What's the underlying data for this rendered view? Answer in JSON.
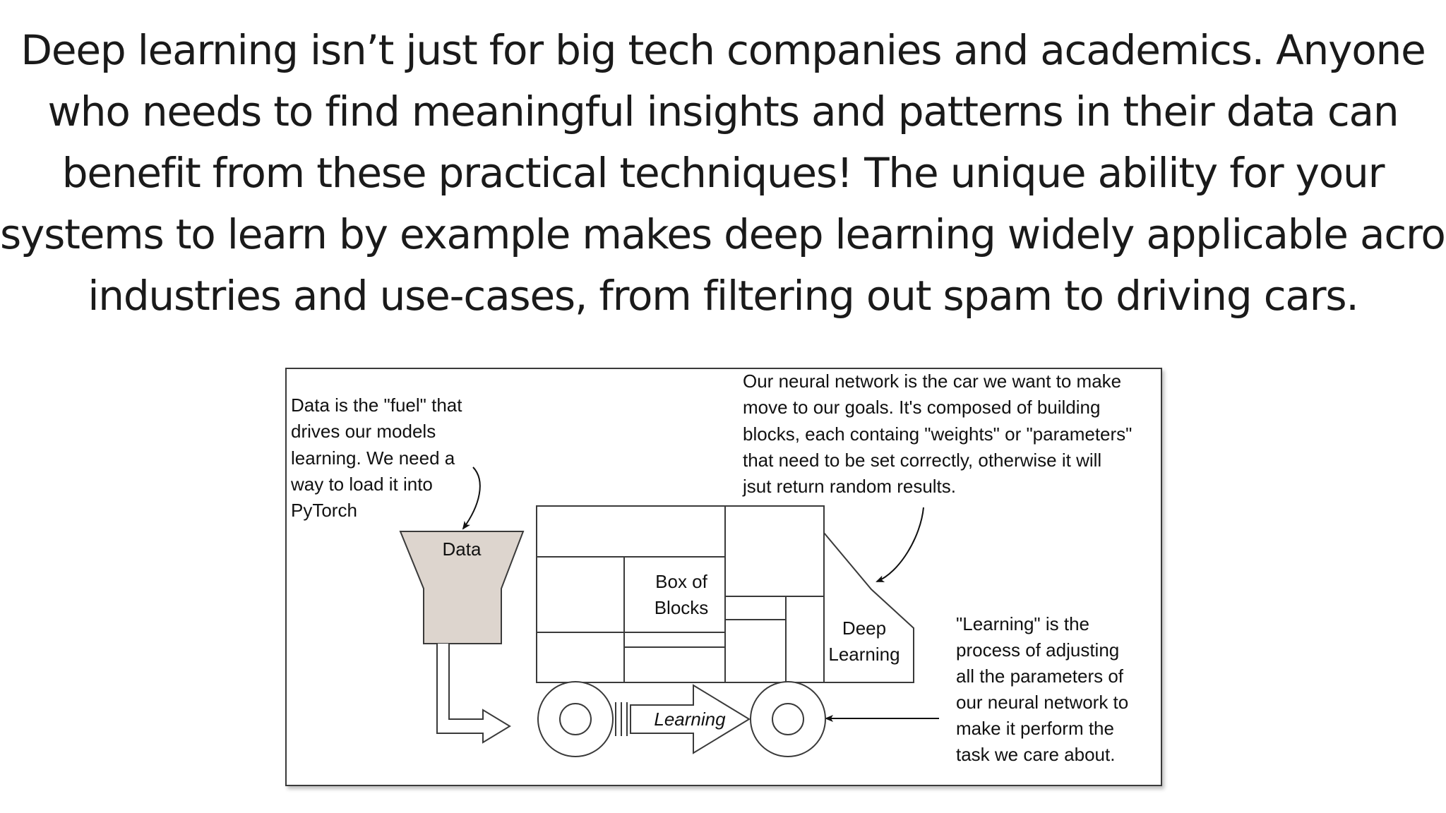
{
  "headline": {
    "lines": [
      "Deep learning isn’t just for big tech companies and academics. Anyone",
      "who needs to find meaningful insights and patterns in their data can",
      "benefit from these practical techniques! The unique ability for your",
      "systems to learn by example makes deep learning widely applicable across",
      "industries and use-cases, from filtering out spam to driving cars."
    ]
  },
  "diagram": {
    "data_note": [
      "Data is the \"fuel\" that",
      "drives our models",
      "learning. We need a",
      "way to load it into",
      "PyTorch"
    ],
    "network_note": [
      "Our neural network is the car   we want to make",
      "move to our goals. It's composed of building",
      "blocks, each containg \"weights\" or \"parameters\"",
      "that need to be set correctly, otherwise it will",
      "jsut return random results."
    ],
    "learning_note": [
      "\"Learning\" is the",
      "process of adjusting",
      "all the parameters of",
      "our neural network to",
      "make it perform the",
      "task we care about."
    ],
    "hopper_label": "Data",
    "box_label": [
      "Box of",
      "Blocks"
    ],
    "cab_label": [
      "Deep",
      "Learning"
    ],
    "arrow_label": "Learning",
    "colors": {
      "hopper_fill": "#ddd5ce",
      "stroke": "#3a3a3a"
    }
  }
}
